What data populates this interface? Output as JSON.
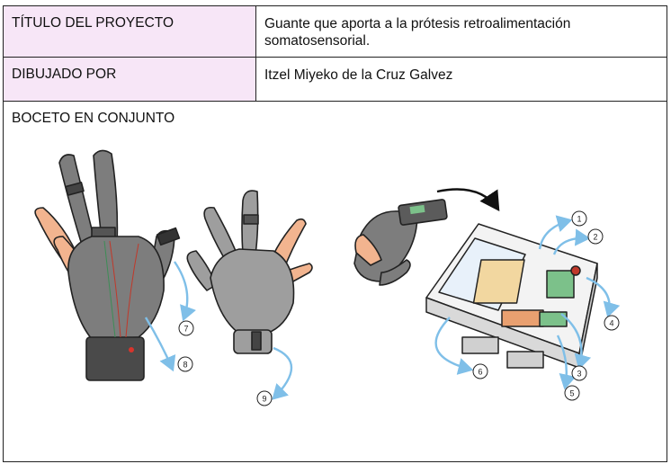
{
  "table": {
    "project_label": "TÍTULO DEL PROYECTO",
    "project_value": "Guante que aporta a la prótesis retroalimentación somatosensorial.",
    "drawn_by_label": "DIBUJADO POR",
    "drawn_by_value": "Itzel Miyeko de la Cruz Galvez",
    "sketch_label": "BOCETO EN CONJUNTO"
  },
  "callouts": [
    "7",
    "8",
    "9",
    "6",
    "1",
    "2",
    "3",
    "4",
    "5"
  ],
  "colors": {
    "label_bg": "#f7e6f7",
    "glove": "#7d7d7d",
    "skin": "#f2b48f",
    "leader": "#7fbfe8",
    "board_green": "#7cc18a",
    "board_orange": "#e9a070"
  }
}
